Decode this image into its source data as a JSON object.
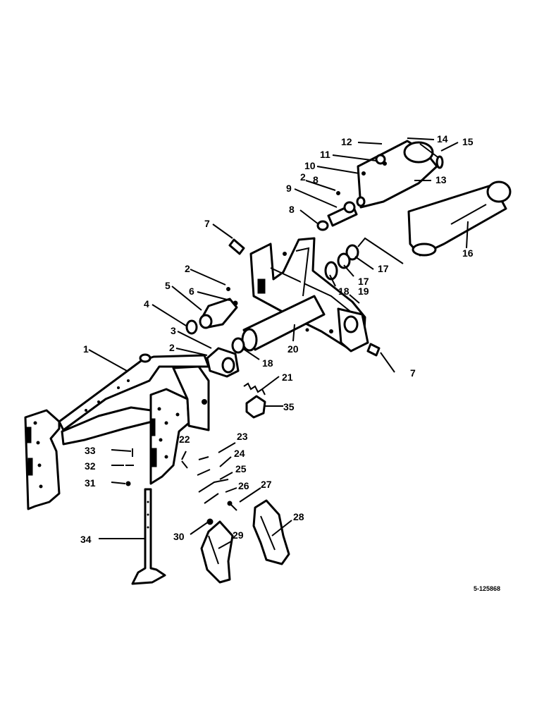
{
  "figure": {
    "reference_code": "5-125868"
  },
  "callouts": [
    {
      "id": "c1",
      "label": "1"
    },
    {
      "id": "c2a",
      "label": "2"
    },
    {
      "id": "c2b",
      "label": "2"
    },
    {
      "id": "c2c",
      "label": "2"
    },
    {
      "id": "c3",
      "label": "3"
    },
    {
      "id": "c4",
      "label": "4"
    },
    {
      "id": "c5",
      "label": "5"
    },
    {
      "id": "c6",
      "label": "6"
    },
    {
      "id": "c7a",
      "label": "7"
    },
    {
      "id": "c7b",
      "label": "7"
    },
    {
      "id": "c8a",
      "label": "8"
    },
    {
      "id": "c8b",
      "label": "8"
    },
    {
      "id": "c9",
      "label": "9"
    },
    {
      "id": "c10",
      "label": "10"
    },
    {
      "id": "c11",
      "label": "11"
    },
    {
      "id": "c12",
      "label": "12"
    },
    {
      "id": "c13",
      "label": "13"
    },
    {
      "id": "c14",
      "label": "14"
    },
    {
      "id": "c15",
      "label": "15"
    },
    {
      "id": "c16",
      "label": "16"
    },
    {
      "id": "c17a",
      "label": "17"
    },
    {
      "id": "c17b",
      "label": "17"
    },
    {
      "id": "c18a",
      "label": "18"
    },
    {
      "id": "c18b",
      "label": "18"
    },
    {
      "id": "c19",
      "label": "19"
    },
    {
      "id": "c20",
      "label": "20"
    },
    {
      "id": "c21",
      "label": "21"
    },
    {
      "id": "c22",
      "label": "22"
    },
    {
      "id": "c23",
      "label": "23"
    },
    {
      "id": "c24",
      "label": "24"
    },
    {
      "id": "c25",
      "label": "25"
    },
    {
      "id": "c26",
      "label": "26"
    },
    {
      "id": "c27",
      "label": "27"
    },
    {
      "id": "c28",
      "label": "28"
    },
    {
      "id": "c29",
      "label": "29"
    },
    {
      "id": "c30",
      "label": "30"
    },
    {
      "id": "c31",
      "label": "31"
    },
    {
      "id": "c32",
      "label": "32"
    },
    {
      "id": "c33",
      "label": "33"
    },
    {
      "id": "c34",
      "label": "34"
    },
    {
      "id": "c35",
      "label": "35"
    }
  ]
}
